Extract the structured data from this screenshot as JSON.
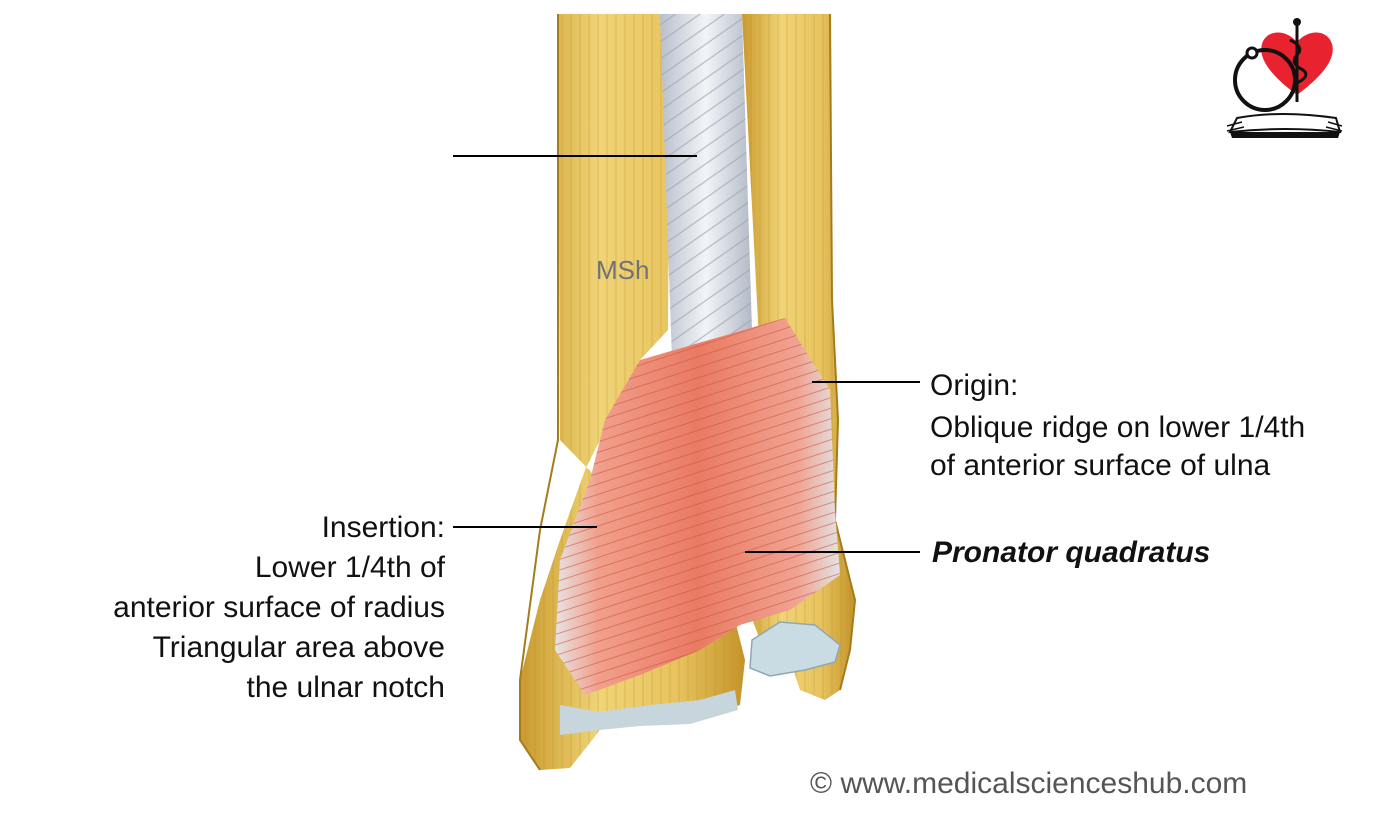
{
  "labels": {
    "origin_title": "Origin:",
    "origin_line1": "Oblique ridge on lower 1/4th",
    "origin_line2": "of anterior surface of ulna",
    "muscle_name": "Pronator quadratus",
    "insertion_title": "Insertion:",
    "insertion_line1": "Lower 1/4th of",
    "insertion_line2": "anterior surface of radius",
    "insertion_line3": "Triangular area above",
    "insertion_line4": "the ulnar notch"
  },
  "watermark": "MSh",
  "copyright": "© www.medicalscienceshub.com",
  "colors": {
    "bone": "#e5c15c",
    "muscle": "#ec8b74",
    "membrane": "#dfe3ea",
    "heart": "#e8222e"
  }
}
